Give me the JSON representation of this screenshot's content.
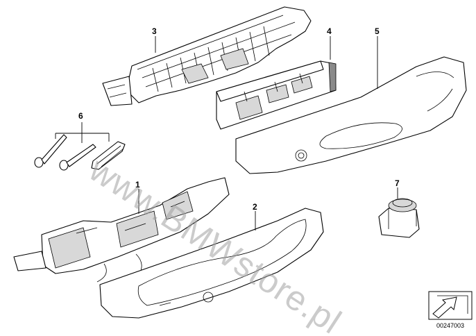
{
  "callouts": [
    {
      "id": "1",
      "label": "1"
    },
    {
      "id": "2",
      "label": "2"
    },
    {
      "id": "3",
      "label": "3"
    },
    {
      "id": "4",
      "label": "4"
    },
    {
      "id": "5",
      "label": "5"
    },
    {
      "id": "6",
      "label": "6"
    },
    {
      "id": "7",
      "label": "7"
    }
  ],
  "watermark": "www.BMWstore.pl",
  "diagram_number": "00247003",
  "icons": {
    "arrow_box": "diagram-reference-arrow-icon"
  }
}
